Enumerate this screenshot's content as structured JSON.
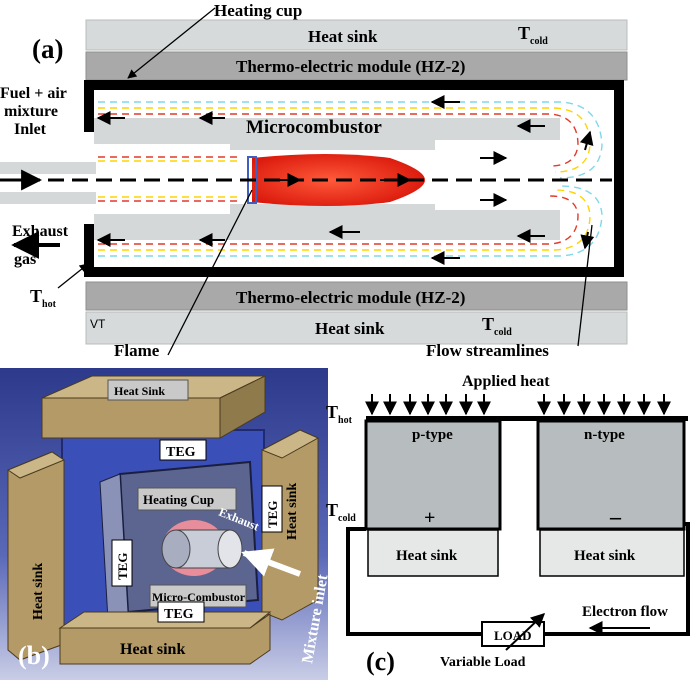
{
  "panel_a": {
    "label": "(a)",
    "heating_cup": "Heating cup",
    "heat_sink_top": "Heat sink",
    "t_cold_top": "T",
    "t_cold_top_sub": "cold",
    "teg_top": "Thermo-electric module (HZ-2)",
    "fuel_line1": "Fuel + air",
    "fuel_line2": "mixture",
    "fuel_line3": "Inlet",
    "microcombustor": "Microcombustor",
    "exhaust_line1": "Exhaust",
    "exhaust_line2": "gas",
    "t_hot": "T",
    "t_hot_sub": "hot",
    "teg_bottom": "Thermo-electric module (HZ-2)",
    "vt": "VT",
    "heat_sink_bottom": "Heat sink",
    "t_cold_bottom": "T",
    "t_cold_bottom_sub": "cold",
    "flame": "Flame",
    "flow_streamlines": "Flow streamlines"
  },
  "panel_b": {
    "label": "(b)",
    "heat_sink_top": "Heat Sink",
    "teg_top": "TEG",
    "heat_sink_left": "Heat sink",
    "heat_sink_right": "Heat sink",
    "teg_left": "TEG",
    "teg_right": "TEG",
    "heating_cup": "Heating Cup",
    "exhaust": "Exhaust",
    "micro_combustor": "Micro-Combustor",
    "teg_bottom": "TEG",
    "heat_sink_bottom": "Heat sink",
    "mixture_inlet": "Mixture inlet"
  },
  "panel_c": {
    "label": "(c)",
    "applied_heat": "Applied heat",
    "t_hot": "T",
    "t_hot_sub": "hot",
    "t_cold": "T",
    "t_cold_sub": "cold",
    "p_type": "p-type",
    "n_type": "n-type",
    "plus": "+",
    "minus": "–",
    "heat_sink_left": "Heat sink",
    "heat_sink_right": "Heat sink",
    "electron_flow": "Electron flow",
    "load": "LOAD",
    "variable_load": "Variable Load"
  },
  "colors": {
    "heat_sink": "#d6dadb",
    "teg": "#a9a9a9",
    "flame": "#ee2a14",
    "panel_b_bg": "#4a58a8",
    "sink_block": "#b49a66"
  }
}
